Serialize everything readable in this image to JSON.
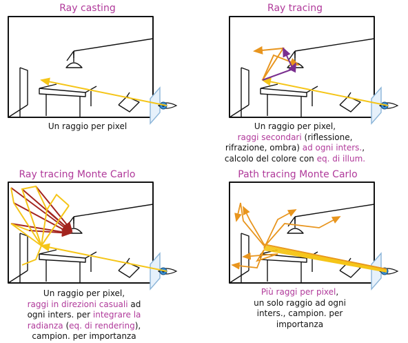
{
  "panels": [
    {
      "title": "Ray casting",
      "caption": [
        [
          {
            "t": "Un raggio per pixel",
            "h": false
          }
        ]
      ]
    },
    {
      "title": "Ray tracing",
      "caption": [
        [
          {
            "t": "Un raggio per pixel,",
            "h": false
          }
        ],
        [
          {
            "t": "raggi secondari",
            "h": true
          },
          {
            "t": " (riflessione,",
            "h": false
          }
        ],
        [
          {
            "t": "rifrazione, ombra) ",
            "h": false
          },
          {
            "t": "ad ogni inters.",
            "h": true
          },
          {
            "t": ",",
            "h": false
          }
        ],
        [
          {
            "t": "calcolo del colore con ",
            "h": false
          },
          {
            "t": "eq. di illum.",
            "h": true
          }
        ]
      ]
    },
    {
      "title": "Ray tracing Monte Carlo",
      "caption": [
        [
          {
            "t": "Un raggio per pixel,",
            "h": false
          }
        ],
        [
          {
            "t": "raggi in direzioni casuali",
            "h": true
          },
          {
            "t": " ad",
            "h": false
          }
        ],
        [
          {
            "t": "ogni inters. per ",
            "h": false
          },
          {
            "t": "integrare la",
            "h": true
          }
        ],
        [
          {
            "t": "radianza",
            "h": true
          },
          {
            "t": " (",
            "h": false
          },
          {
            "t": "eq. di rendering",
            "h": true
          },
          {
            "t": "),",
            "h": false
          }
        ],
        [
          {
            "t": "campion. per importanza",
            "h": false
          }
        ]
      ]
    },
    {
      "title": "Path tracing Monte Carlo",
      "caption": [
        [
          {
            "t": "Più raggi per pixel",
            "h": true
          },
          {
            "t": ",",
            "h": false
          }
        ],
        [
          {
            "t": "un solo raggio ad ogni",
            "h": false
          }
        ],
        [
          {
            "t": "inters., campion. per",
            "h": false
          }
        ],
        [
          {
            "t": "importanza",
            "h": false
          }
        ]
      ]
    }
  ],
  "colors": {
    "title": "#b0399a",
    "primary_ray": "#f5c518",
    "secondary_ray": "#e8951e",
    "shadow_ray": "#7a2f8f",
    "montecarlo_ray": "#a3241f",
    "screen": "#8ab4d8",
    "eye": "#3a8fd6"
  }
}
